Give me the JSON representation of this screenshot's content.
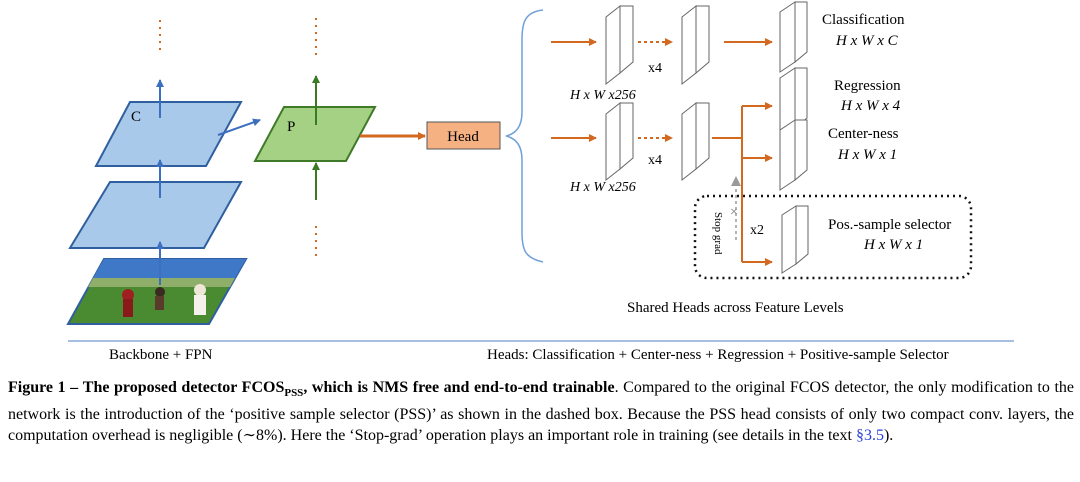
{
  "figure": {
    "backbone": {
      "c_label": "C",
      "caption": "Backbone + FPN"
    },
    "fpn": {
      "p_label": "P"
    },
    "head_label": "Head",
    "branches": {
      "dim_label_top": "H x W x256",
      "dim_label_bottom": "H x W x256",
      "repeat_top": "x4",
      "repeat_bottom": "x4",
      "classification": {
        "title": "Classification",
        "dims": "H x W x C"
      },
      "regression": {
        "title": "Regression",
        "dims": "H x W x 4"
      },
      "centerness": {
        "title": "Center-ness",
        "dims": "H x W x 1"
      },
      "pss": {
        "title": "Pos.-sample selector",
        "dims": "H x W x 1",
        "repeat": "x2"
      },
      "stop_grad": "Stop grad"
    },
    "shared_heads_label": "Shared Heads across Feature Levels",
    "heads_caption": "Heads: Classification + Center-ness + Regression + Positive-sample Selector",
    "colors": {
      "backbone_fill": "#a9c9ea",
      "backbone_stroke": "#2f5f9e",
      "fpn_fill": "#a5d184",
      "fpn_stroke": "#3f7a28",
      "head_fill": "#f6b183",
      "arrow_orange": "#d2691e",
      "arrow_blue": "#3d6fbf",
      "arrow_green": "#3a7a22"
    }
  },
  "caption": {
    "figure_number": "Figure 1 –",
    "bold_title_pre": "The proposed detector FCOS",
    "bold_title_sub": "PSS",
    "bold_title_post": ", which is NMS free and end-to-end trainable",
    "text_1": ". Compared to the original FCOS detector, the only modification to the network is the introduction of the ‘positive sample selector (PSS)’ as shown in the dashed box. Because the PSS head consists of only two compact conv. layers, the computation overhead is negligible (∼8%). Here the ‘Stop-grad’ operation plays an important role in training (see details in the text ",
    "ref": "§3.5",
    "text_2": ")."
  }
}
